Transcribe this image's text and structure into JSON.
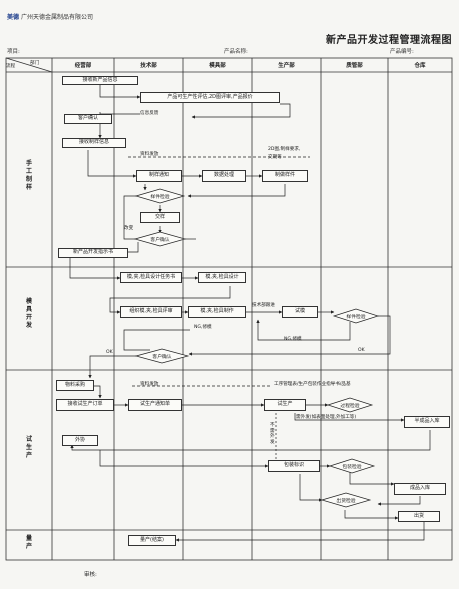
{
  "company": {
    "logo_mark": "美德",
    "name": "广州天德金属制品有限公司"
  },
  "title": "新产品开发过程管理流程图",
  "fields": {
    "project": "项目:",
    "product_name": "产品名称:",
    "product_no": "产品编号:"
  },
  "corner": {
    "stage": "流程",
    "dept": "部门"
  },
  "departments": [
    "经营部",
    "技术部",
    "模具部",
    "生产部",
    "质管部",
    "仓库"
  ],
  "stages": [
    "手工制样",
    "模具开发",
    "试生产",
    "量产"
  ],
  "boxes": {
    "b1": "接收新产品信息",
    "b2": "产品可生产性评估,2D图评审,产品报价",
    "b3": "客户确认",
    "b4": "接收制样信息",
    "b5": "制样通知",
    "b6": "数据处理",
    "b7": "制做样件",
    "b8": "交样",
    "b9": "新产品开发指示书",
    "b10": "模,夹,检具设计任务书",
    "b11": "模,夹,检具设计",
    "b12": "组织模,夹,检具评审",
    "b13": "模,夹,检具制作",
    "b14": "试模",
    "b15": "物料采购",
    "b16": "接收试生产订单",
    "b17": "试生产通知单",
    "b18": "试生产",
    "b19": "半成品入库",
    "b20": "外协",
    "b21": "包装标识",
    "b22": "成品入库",
    "b23": "出货",
    "b24": "量产(结案)"
  },
  "diamonds": {
    "d1": "样件检验",
    "d2": "客户确认",
    "d3": "样件检验",
    "d4": "客户确认",
    "d5": "过程检验",
    "d6": "包装检验",
    "d7": "出货检验"
  },
  "labels": {
    "l1": "信息反馈",
    "l2": "资料发放",
    "l3": "2D图,制样要求,",
    "l4": "交期等",
    "l5": "改变",
    "l6": "技术部跟进",
    "l7": "NG,修模",
    "l8": "NG,修模",
    "l9": "OK",
    "l10": "OK",
    "l11": "资料发放",
    "l12": "工序管理表/生产包装作业指导书/品基",
    "l13": "需外发(如表面处理,外加工等)",
    "l14": "不需外发"
  },
  "footer": {
    "review": "审核:"
  }
}
